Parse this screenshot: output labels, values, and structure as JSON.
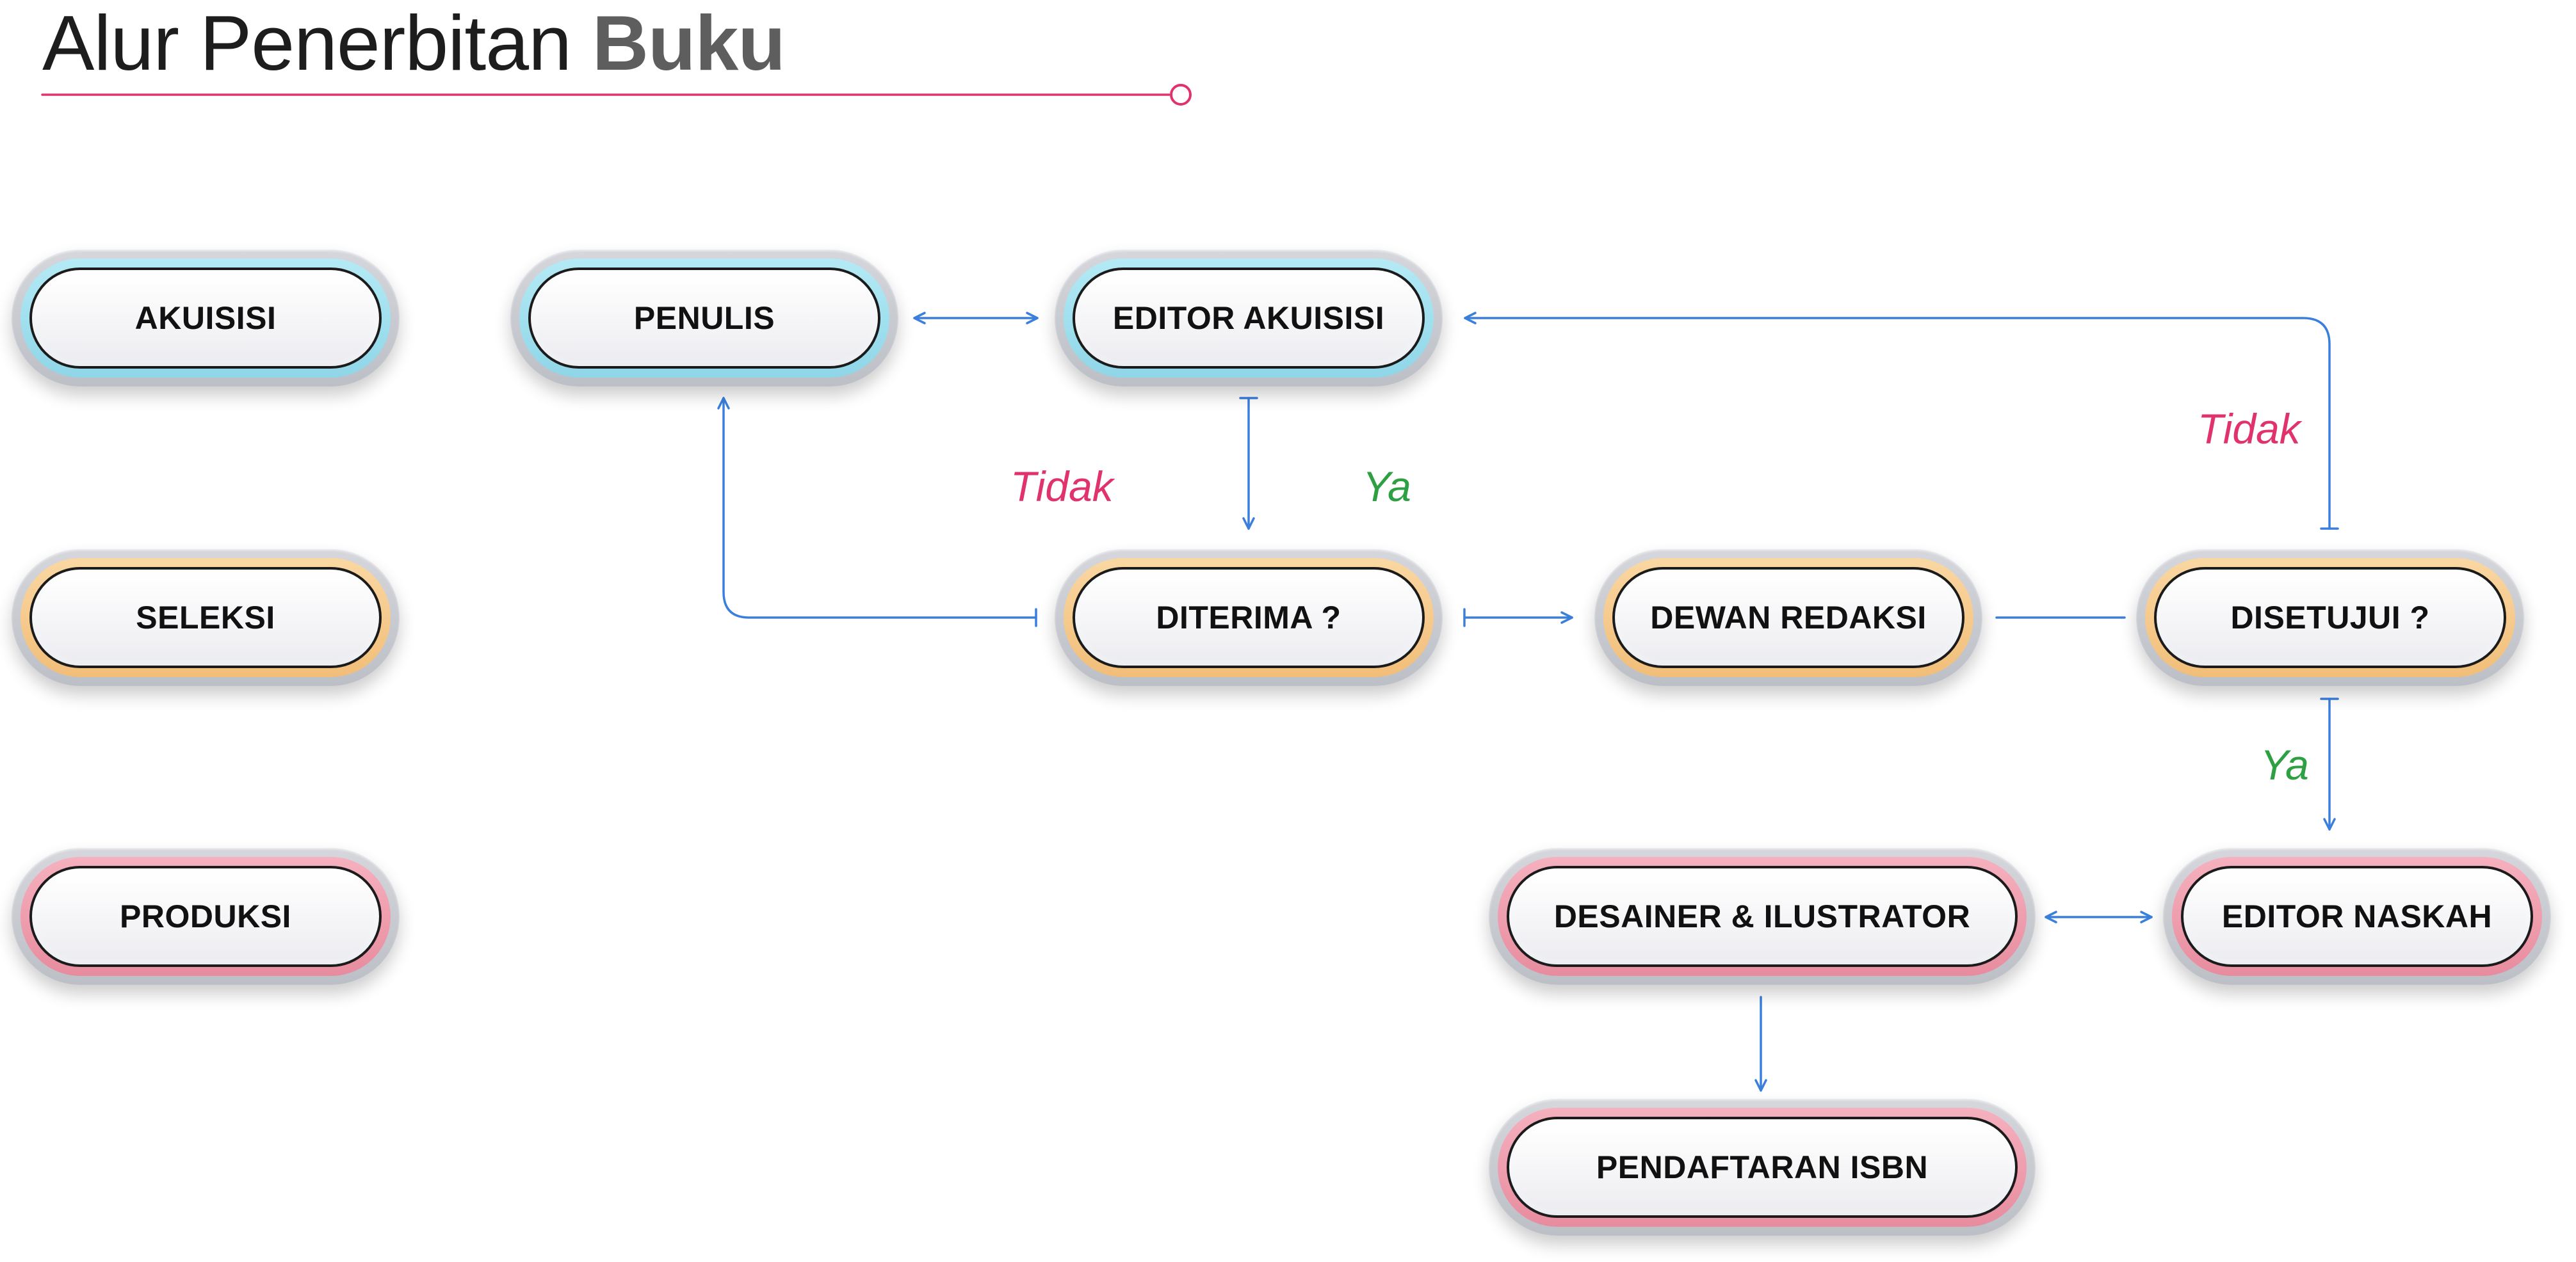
{
  "title": {
    "main": "Alur Penerbitan",
    "bold": "Buku"
  },
  "colors": {
    "accent_line": "#e0336e",
    "arrow": "#3a7fdc",
    "no_label": "#e0336e",
    "yes_label": "#2ea043",
    "stage_acquisition": "#8fd6e8",
    "stage_selection": "#f1be79",
    "stage_production": "#e78c9f"
  },
  "stages": {
    "akuisisi": "AKUISISI",
    "seleksi": "SELEKSI",
    "produksi": "PRODUKSI"
  },
  "nodes": {
    "penulis": "PENULIS",
    "editor_akuisisi": "EDITOR AKUISISI",
    "diterima": "DITERIMA ?",
    "dewan_redaksi": "DEWAN REDAKSI",
    "disetujui": "DISETUJUI ?",
    "editor_naskah": "EDITOR NASKAH",
    "desainer": "DESAINER & ILUSTRATOR",
    "isbn": "PENDAFTARAN ISBN"
  },
  "labels": {
    "tidak_diterima": "Tidak",
    "ya_diterima": "Ya",
    "tidak_disetujui": "Tidak",
    "ya_disetujui": "Ya"
  }
}
